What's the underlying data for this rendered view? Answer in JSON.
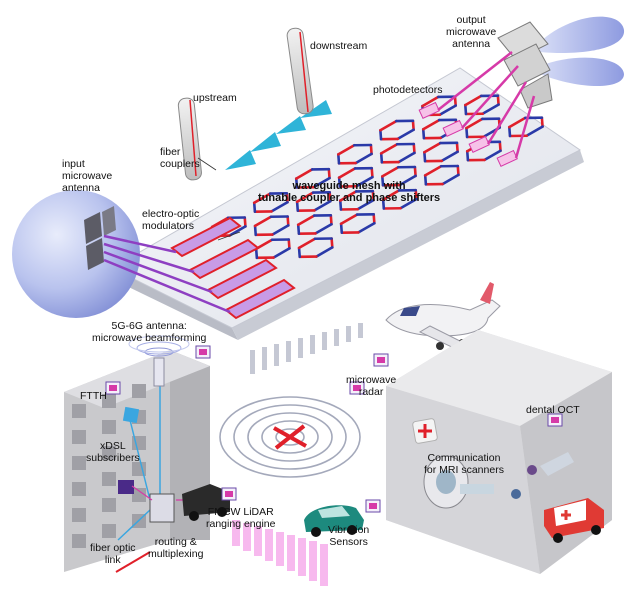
{
  "labels": {
    "output_antenna": [
      "output",
      "microwave",
      "antenna"
    ],
    "downstream": "downstream",
    "upstream": "upstream",
    "photodetectors": "photodetectors",
    "fiber_couplers": [
      "fiber",
      "couplers"
    ],
    "input_antenna": [
      "input",
      "microwave",
      "antenna"
    ],
    "mesh_title": [
      "waveguide mesh with",
      "tunable coupler and phase shifters"
    ],
    "modulators": [
      "electro-optic",
      "modulators"
    ],
    "beamforming": [
      "5G-6G antenna:",
      "microwave beamforming"
    ],
    "ftth": "FTTH",
    "xdsl": [
      "xDSL",
      "subscribers"
    ],
    "fiber_link": [
      "fiber optic",
      "link"
    ],
    "routing": [
      "routing &",
      "multiplexing"
    ],
    "lidar": [
      "FMCW LiDAR",
      "ranging engine"
    ],
    "radar": [
      "microwave",
      "radar"
    ],
    "vibration": [
      "Vibration",
      "Sensors"
    ],
    "mri": [
      "Communication",
      "for MRI scanners"
    ],
    "dental": "dental OCT"
  },
  "colors": {
    "waveguide_red": "#e0202a",
    "waveguide_blue": "#2a3aa8",
    "chip_fill": "#eef0f4",
    "fiber_magenta": "#d63aa8",
    "beam_blue": "#a9b3ea",
    "building_gray": "#c9c9cc",
    "lidar_pink": "#f07fe0",
    "radar_red": "#e0202a"
  }
}
